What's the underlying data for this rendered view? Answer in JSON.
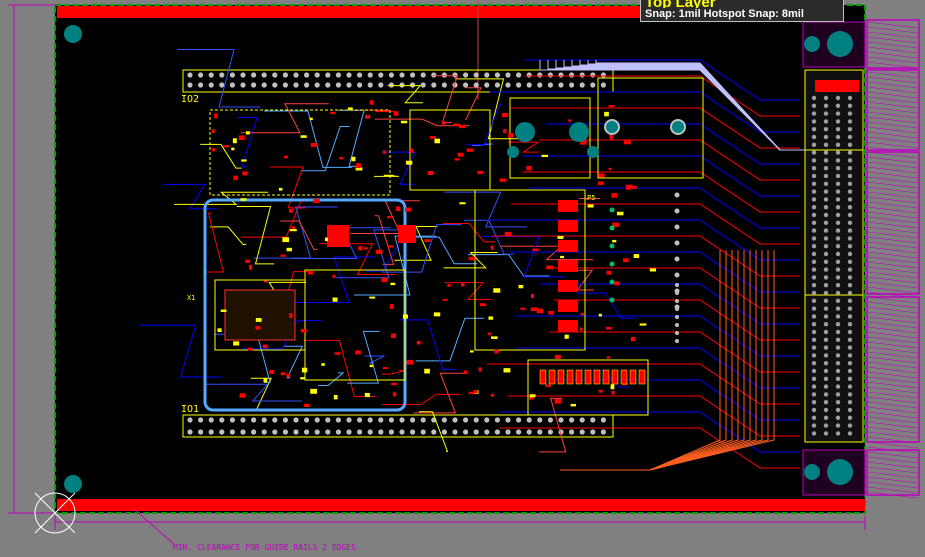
{
  "hud": {
    "layer": "Top Layer",
    "snap": "Snap: 1mil Hotspot Snap: 8mil"
  },
  "labels": {
    "io2": "IO2",
    "io1": "IO1",
    "x1": "X1",
    "p5": "P5",
    "clearance_note": "MIN. CLEARANCE FOR GUIDE RAILS 2 EDGES"
  },
  "colors": {
    "background": "#808080",
    "board": "#000000",
    "top_layer": "#ff0000",
    "bottom_layer": "#0000ff",
    "overlay": "#ffff00",
    "mechanical": "#c000c0",
    "outline": "#00a000",
    "via_pad": "#008080"
  }
}
